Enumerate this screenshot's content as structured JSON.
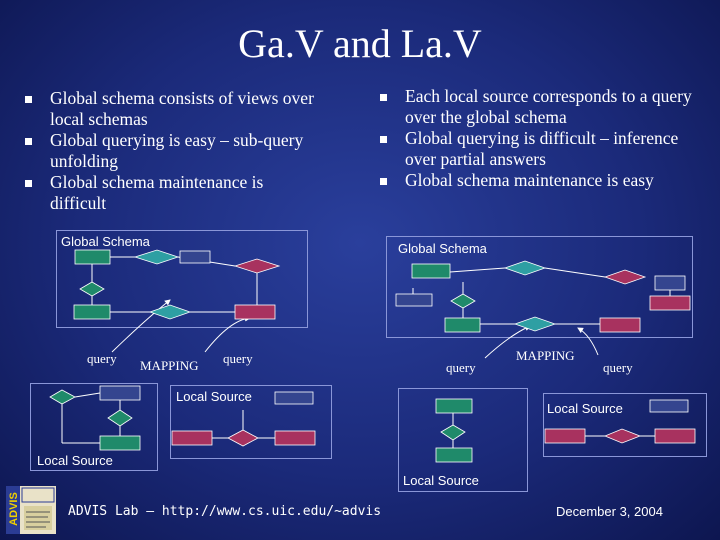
{
  "title": "Ga.V and La.V",
  "gav_bullets": [
    "Global schema consists of views over local schemas",
    "Global querying is easy – sub-query unfolding",
    "Global schema maintenance is difficult"
  ],
  "lav_bullets": [
    "Each local source corresponds to a query over the global schema",
    "Global querying is difficult – inference over partial answers",
    "Global schema maintenance is easy"
  ],
  "gav_diagram": {
    "global_label": "Global Schema",
    "query_left": "query",
    "mapping": "MAPPING",
    "query_right": "query",
    "local_right": "Local Source",
    "local_left": "Local Source"
  },
  "lav_diagram": {
    "global_label": "Global Schema",
    "query_left": "query",
    "mapping": "MAPPING",
    "query_right": "query",
    "local_right": "Local Source",
    "local_bottom": "Local Source"
  },
  "logo_text": "ADVIS",
  "footer_left": "ADVIS Lab – http://www.cs.uic.edu/~advis",
  "footer_right": "December 3, 2004",
  "colors": {
    "green": "#1f8a6a",
    "teal": "#2e9fa3",
    "red": "#a8325f",
    "blue": "#34458f"
  }
}
